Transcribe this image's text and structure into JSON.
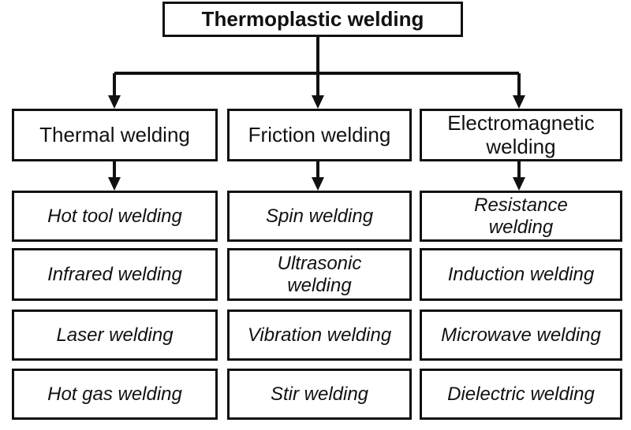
{
  "diagram": {
    "root": {
      "label": "Thermoplastic welding"
    },
    "columns": [
      {
        "category": "Thermal welding",
        "methods": [
          "Hot tool welding",
          "Infrared welding",
          "Laser welding",
          "Hot gas welding"
        ]
      },
      {
        "category": "Friction welding",
        "methods": [
          "Spin welding",
          "Ultrasonic\nwelding",
          "Vibration welding",
          "Stir welding"
        ]
      },
      {
        "category": "Electromagnetic\nwelding",
        "methods": [
          "Resistance\nwelding",
          "Induction welding",
          "Microwave welding",
          "Dielectric welding"
        ]
      }
    ],
    "colors": {
      "line": "#111111",
      "box_border": "#111111",
      "background": "#ffffff",
      "text": "#111111"
    }
  }
}
